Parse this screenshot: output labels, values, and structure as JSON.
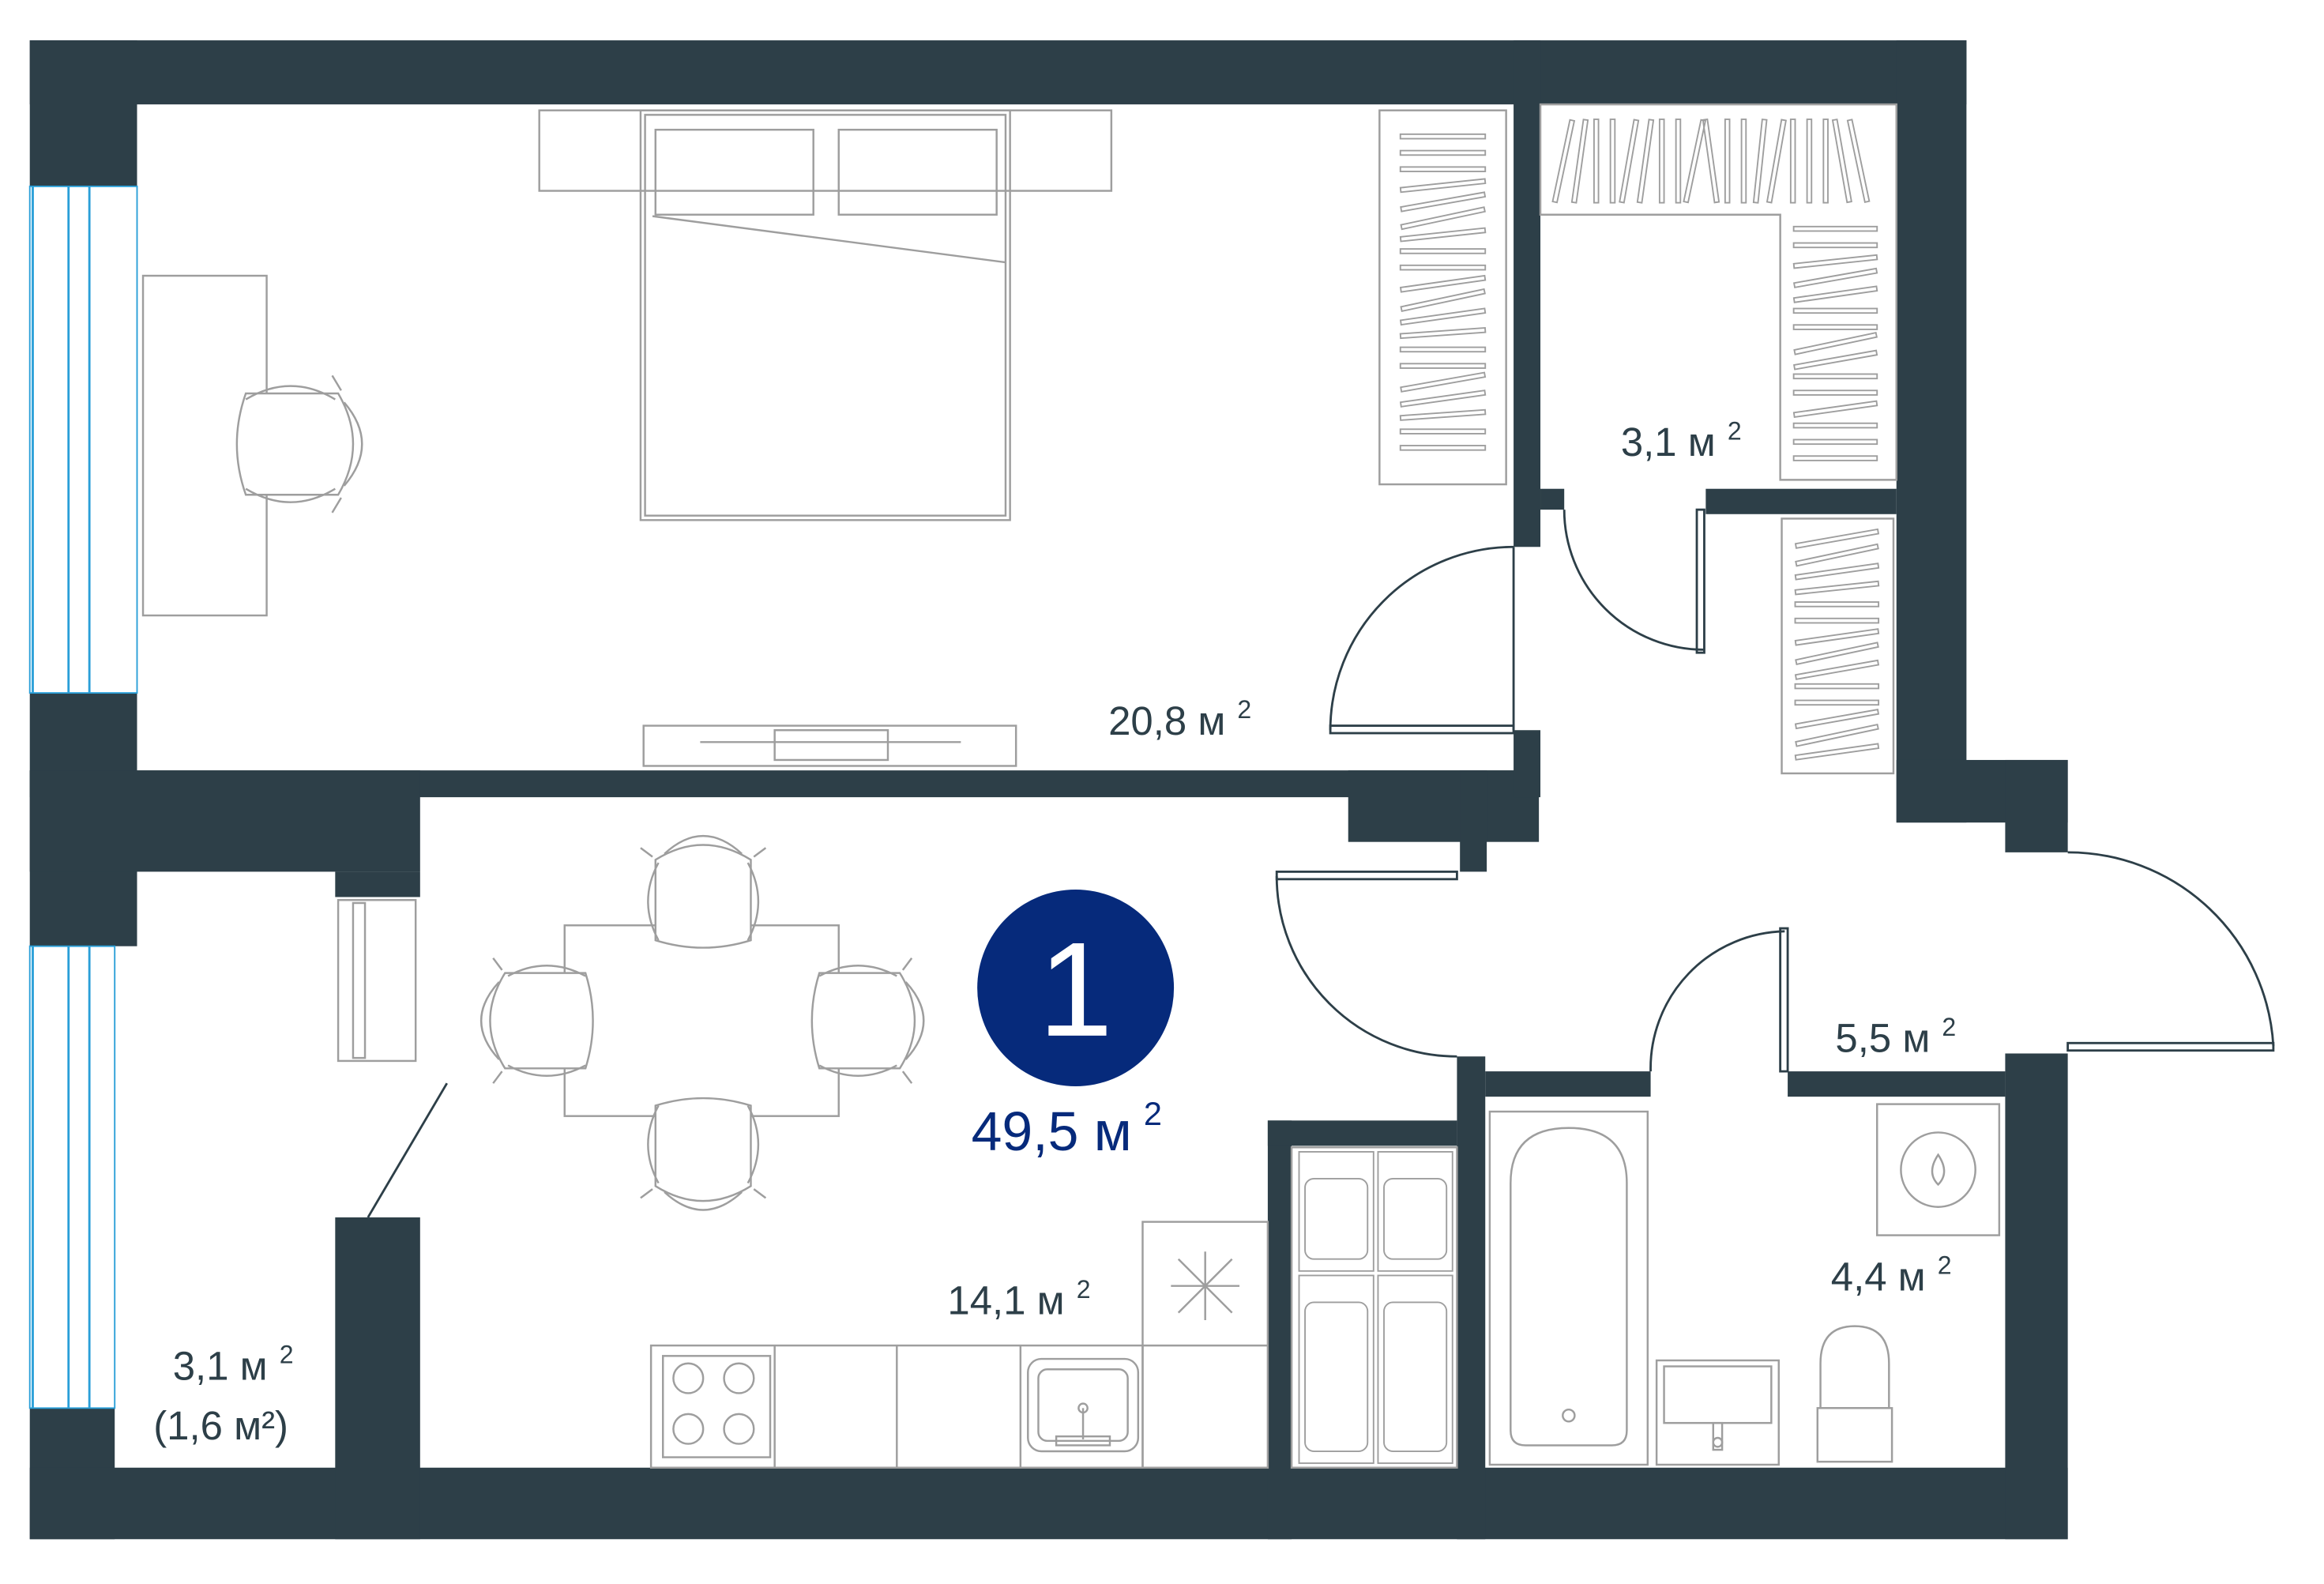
{
  "colors": {
    "wall": "#2d3f48",
    "furniture": "#9e9e9e",
    "window": "#2a9fd8",
    "door": "#2d3f48",
    "badge_fill": "#062a7b",
    "badge_text": "#ffffff",
    "total_area_text": "#062a7b",
    "room_label_text": "#2d3f48"
  },
  "badge": {
    "number": "1"
  },
  "total_area": {
    "value": "49,5 м",
    "exponent": "2"
  },
  "rooms": [
    {
      "id": "bedroom",
      "value": "20,8 м",
      "exponent": "2"
    },
    {
      "id": "wardrobe",
      "value": "3,1 м",
      "exponent": "2"
    },
    {
      "id": "hallway",
      "value": "5,5 м",
      "exponent": "2"
    },
    {
      "id": "bathroom",
      "value": "4,4 м",
      "exponent": "2"
    },
    {
      "id": "kitchen-living",
      "value": "14,1 м",
      "exponent": "2"
    },
    {
      "id": "balcony",
      "value": "3,1 м",
      "exponent": "2",
      "note": "(1,6 м²)"
    }
  ],
  "icons": {
    "bed": "bed-icon",
    "desk_chair": "chair-icon",
    "wardrobe": "wardrobe-icon",
    "dining_table": "table-icon",
    "stove": "stove-icon",
    "sink": "sink-icon",
    "fridge": "fridge-icon",
    "bathtub": "bathtub-icon",
    "toilet": "toilet-icon",
    "washing_machine": "washing-machine-icon",
    "tv_stand": "tv-icon"
  }
}
